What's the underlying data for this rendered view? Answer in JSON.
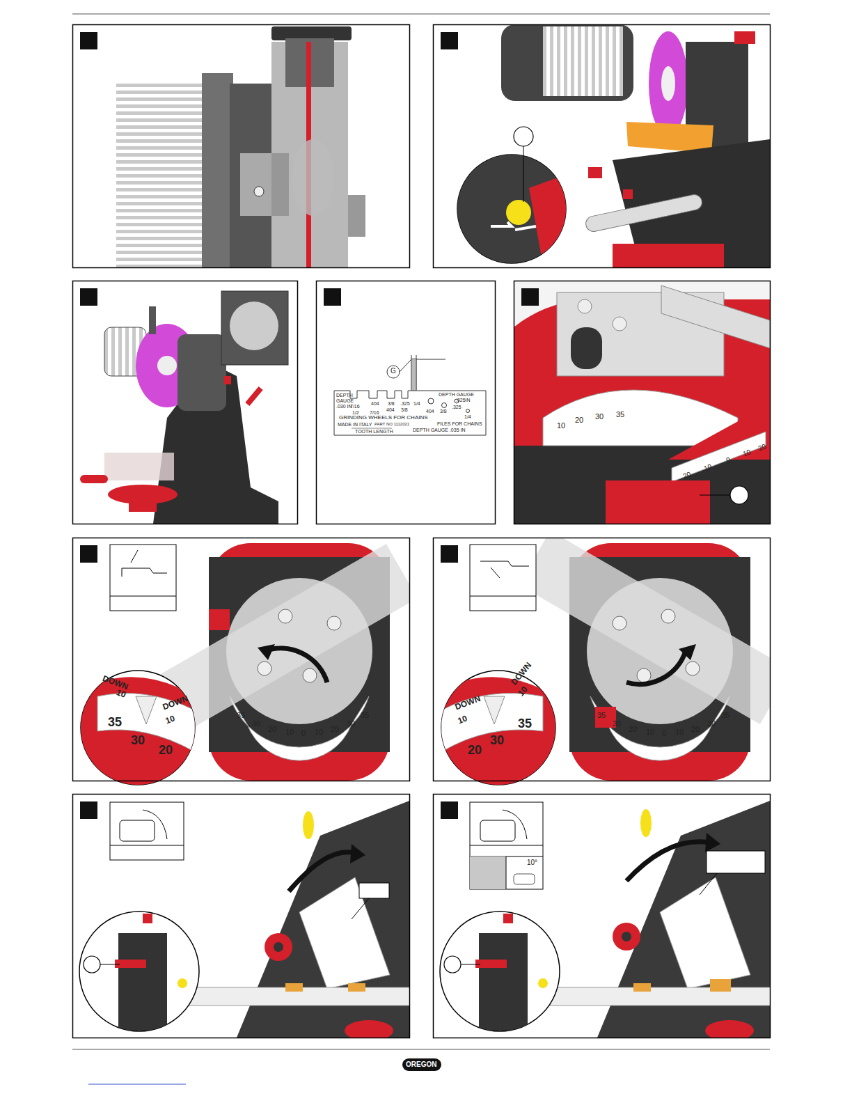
{
  "diagram": {
    "labels": [
      "G",
      "DEPTH",
      "GAUGE",
      ".030 IN",
      "7/16",
      "1/2",
      "404",
      "7/16",
      "3/8",
      "404",
      ".325",
      "3/8",
      "1/4",
      "GRINDING WHEELS FOR CHAINS",
      "DEPTH GAUGE",
      ".025IN",
      "404",
      "3/8",
      ".325",
      "1/4",
      "MADE IN ITALY",
      "PART NO 1112021",
      "FILES FOR CHAINS",
      "TOOTH LENGTH",
      "DEPTH GAUGE .035 IN",
      "10",
      "20",
      "30",
      "35",
      "20",
      "10",
      "0",
      "10",
      "20",
      "DOWN",
      "10",
      "35",
      "30",
      "20",
      "DOWN",
      "10",
      "35",
      "30",
      "20",
      "10",
      "0",
      "10",
      "20",
      "30",
      "35",
      "DOWN",
      "10",
      "35",
      "30",
      "20",
      "DOWN",
      "10",
      "35",
      "30",
      "20",
      "10",
      "0",
      "10",
      "20",
      "30",
      "35",
      "10°",
      "OREGON"
    ]
  }
}
